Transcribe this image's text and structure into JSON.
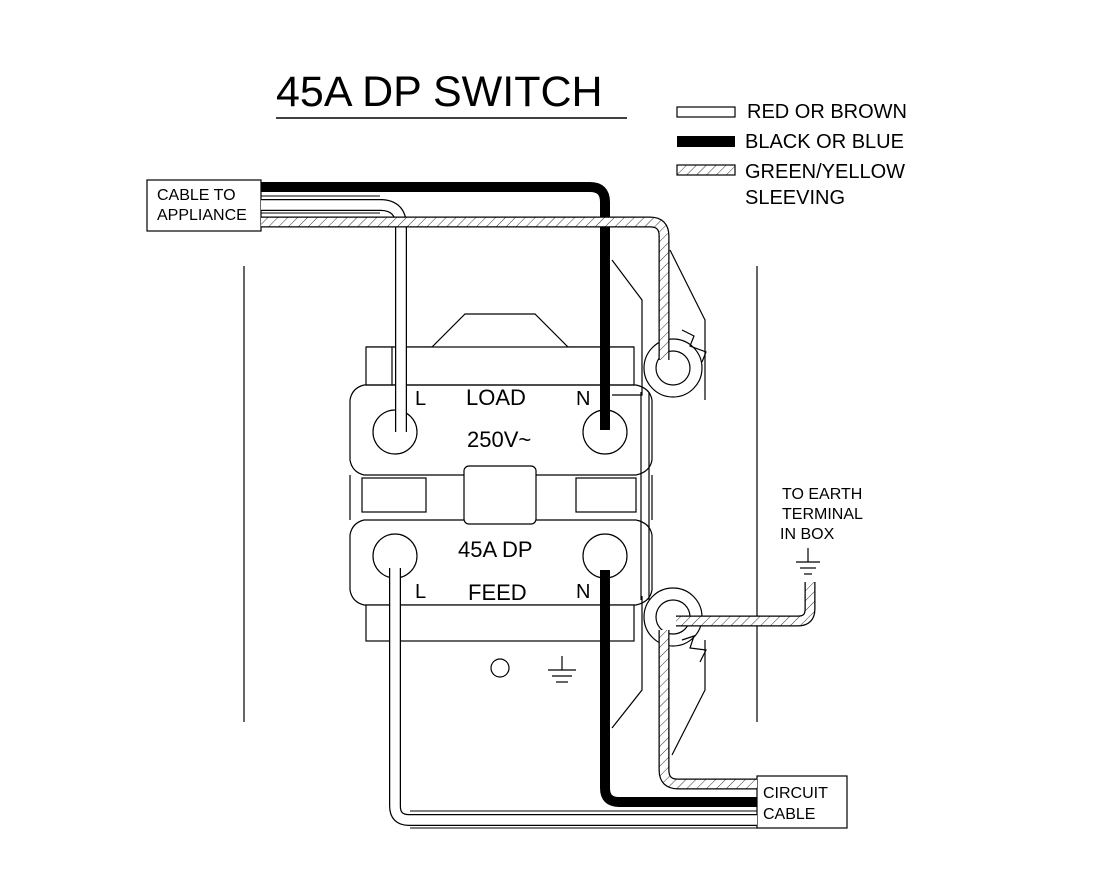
{
  "title": "45A DP SWITCH",
  "legend": [
    {
      "label": "RED OR BROWN",
      "style": "outline"
    },
    {
      "label": "BLACK OR BLUE",
      "style": "solid"
    },
    {
      "label": "GREEN/YELLOW",
      "style": "hatched"
    },
    {
      "label": "SLEEVING",
      "style": "none"
    }
  ],
  "cable_to_appliance": [
    "CABLE TO",
    "APPLIANCE"
  ],
  "circuit_cable": [
    "CIRCUIT",
    "CABLE"
  ],
  "earth_note": [
    "TO EARTH",
    "TERMINAL",
    "IN BOX"
  ],
  "switch_text": {
    "load": "LOAD",
    "voltage": "250V~",
    "rating": "45A DP",
    "feed": "FEED"
  },
  "terminals": {
    "load_live": "L",
    "load_neutral": "N",
    "feed_live": "L",
    "feed_neutral": "N"
  },
  "colors": {
    "line": "#000000",
    "background": "#ffffff"
  }
}
